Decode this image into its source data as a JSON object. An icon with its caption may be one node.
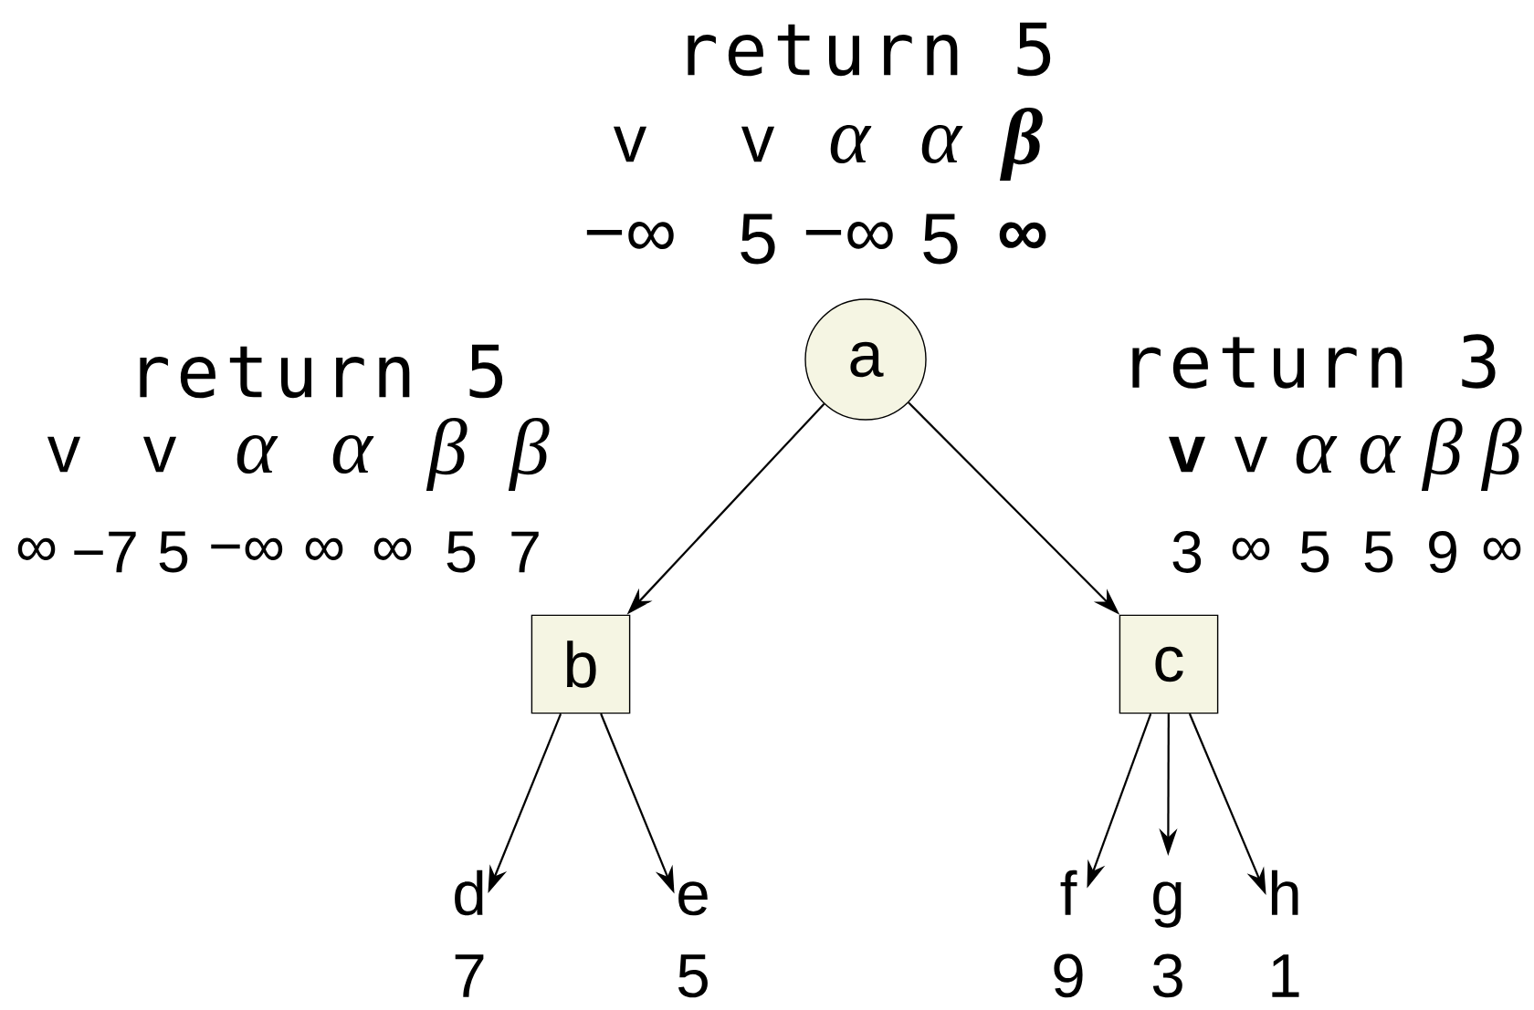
{
  "diagram": {
    "nodes": [
      {
        "text": [
          "a"
        ]
      },
      {
        "text": [
          "b"
        ]
      },
      {
        "text": [
          "c"
        ]
      },
      {
        "text": [
          "d",
          "7"
        ]
      },
      {
        "text": [
          "e",
          "5"
        ]
      },
      {
        "text": [
          "f",
          "9"
        ]
      },
      {
        "text": [
          "g",
          "3"
        ]
      },
      {
        "text": [
          "h",
          "1"
        ]
      }
    ],
    "edges": [
      {
        "from": 0,
        "to": 1,
        "arrow": "to"
      },
      {
        "from": 0,
        "to": 2,
        "arrow": "to"
      },
      {
        "from": 1,
        "to": 3,
        "arrow": "to"
      },
      {
        "from": 1,
        "to": 4,
        "arrow": "to"
      },
      {
        "from": 2,
        "to": 5,
        "arrow": "to"
      },
      {
        "from": 2,
        "to": 6,
        "arrow": "to"
      },
      {
        "from": 2,
        "to": 7,
        "arrow": "to"
      }
    ],
    "labels": [
      "return 5",
      "v",
      "v",
      "α",
      "α",
      "β",
      "−∞",
      "5",
      "−∞",
      "5",
      "∞",
      "return 5",
      "v",
      "v",
      "α",
      "α",
      "β",
      "β",
      "∞",
      "−7",
      "5",
      "−∞",
      "∞",
      "∞",
      "5",
      "7",
      "return 3",
      "v",
      "v",
      "α",
      "α",
      "β",
      "β",
      "3",
      "∞",
      "5",
      "5",
      "9",
      "∞"
    ]
  }
}
